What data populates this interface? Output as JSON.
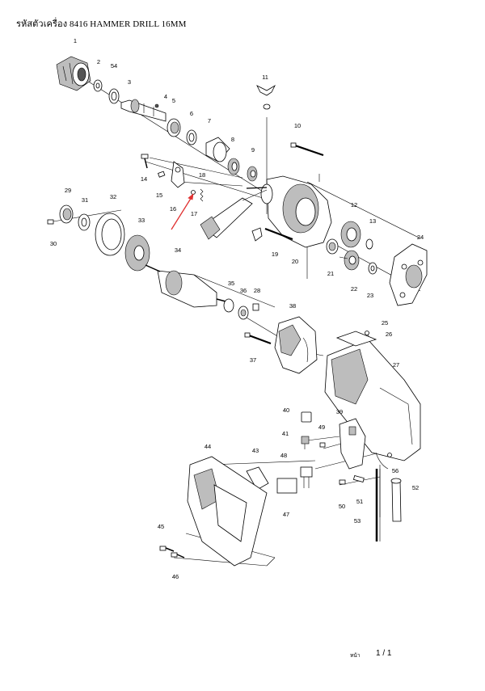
{
  "title": "รหัสตัวเครื่อง 8416  HAMMER DRILL 16MM",
  "footer": {
    "label": "หน้า",
    "page": "1 / 1"
  },
  "labels": {
    "p1": "1",
    "p2": "2",
    "p3": "3",
    "p4": "4",
    "p5": "5",
    "p6": "6",
    "p7": "7",
    "p8": "8",
    "p9": "9",
    "p10": "10",
    "p11": "11",
    "p12": "12",
    "p13": "13",
    "p14": "14",
    "p15": "15",
    "p16": "16",
    "p17": "17",
    "p18": "18",
    "p19": "19",
    "p20": "20",
    "p21": "21",
    "p22": "22",
    "p23": "23",
    "p24": "24",
    "p25": "25",
    "p26": "26",
    "p27": "27",
    "p28": "28",
    "p29": "29",
    "p30": "30",
    "p31": "31",
    "p32": "32",
    "p33": "33",
    "p34": "34",
    "p35": "35",
    "p36": "36",
    "p37": "37",
    "p38": "38",
    "p39": "39",
    "p40": "40",
    "p41": "41",
    "p43": "43",
    "p44": "44",
    "p45": "45",
    "p46": "46",
    "p47": "47",
    "p48": "48",
    "p49": "49",
    "p50": "50",
    "p51": "51",
    "p52": "52",
    "p53": "53",
    "p54": "54",
    "p56": "56"
  },
  "colors": {
    "annotation_arrow": "#e03030",
    "line": "#000000"
  }
}
